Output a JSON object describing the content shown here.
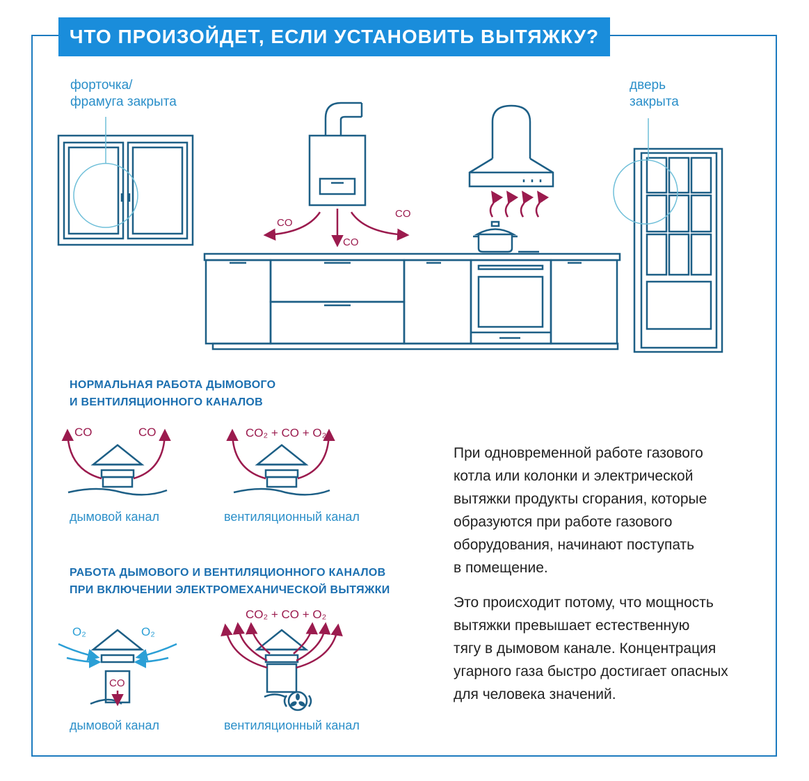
{
  "title": "ЧТО ПРОИЗОЙДЕТ, ЕСЛИ УСТАНОВИТЬ ВЫТЯЖКУ?",
  "labels": {
    "window_line1": "форточка/",
    "window_line2": "фрамуга закрыта",
    "door_line1": "дверь",
    "door_line2": "закрыта",
    "co": "CO"
  },
  "section_normal": {
    "heading_line1": "НОРМАЛЬНАЯ РАБОТА ДЫМОВОГО",
    "heading_line2": "И ВЕНТИЛЯЦИОННОГО КАНАЛОВ",
    "smoke_caption": "дымовой канал",
    "vent_caption": "вентиляционный канал",
    "smoke_gas_left": "CO",
    "smoke_gas_right": "CO",
    "vent_formula": "CO₂ + CO + O₂"
  },
  "section_hood": {
    "heading_line1": "РАБОТА ДЫМОВОГО И ВЕНТИЛЯЦИОННОГО КАНАЛОВ",
    "heading_line2": "ПРИ ВКЛЮЧЕНИИ ЭЛЕКТРОМЕХАНИЧЕСКОЙ ВЫТЯЖКИ",
    "smoke_caption": "дымовой канал",
    "vent_caption": "вентиляционный канал",
    "smoke_gas_left": "O₂",
    "smoke_gas_right": "O₂",
    "smoke_gas_down": "CO",
    "vent_formula": "CO₂ + CO + O₂"
  },
  "paragraph1": [
    "При одновременной работе газового",
    "котла или колонки и электрической",
    "вытяжки продукты сгорания, которые",
    "образуются при работе газового",
    "оборудования, начинают поступать",
    "в помещение."
  ],
  "paragraph2": [
    "Это происходит потому, что мощность",
    "вытяжки превышает естественную",
    "тягу в дымовом канале. Концентрация",
    "угарного газа быстро достигает опасных",
    "для человека значений."
  ],
  "colors": {
    "line": "#1d5f86",
    "accent_blue": "#1a8ddb",
    "air_blue": "#2b9fd6",
    "co_red": "#9b1b4e"
  }
}
